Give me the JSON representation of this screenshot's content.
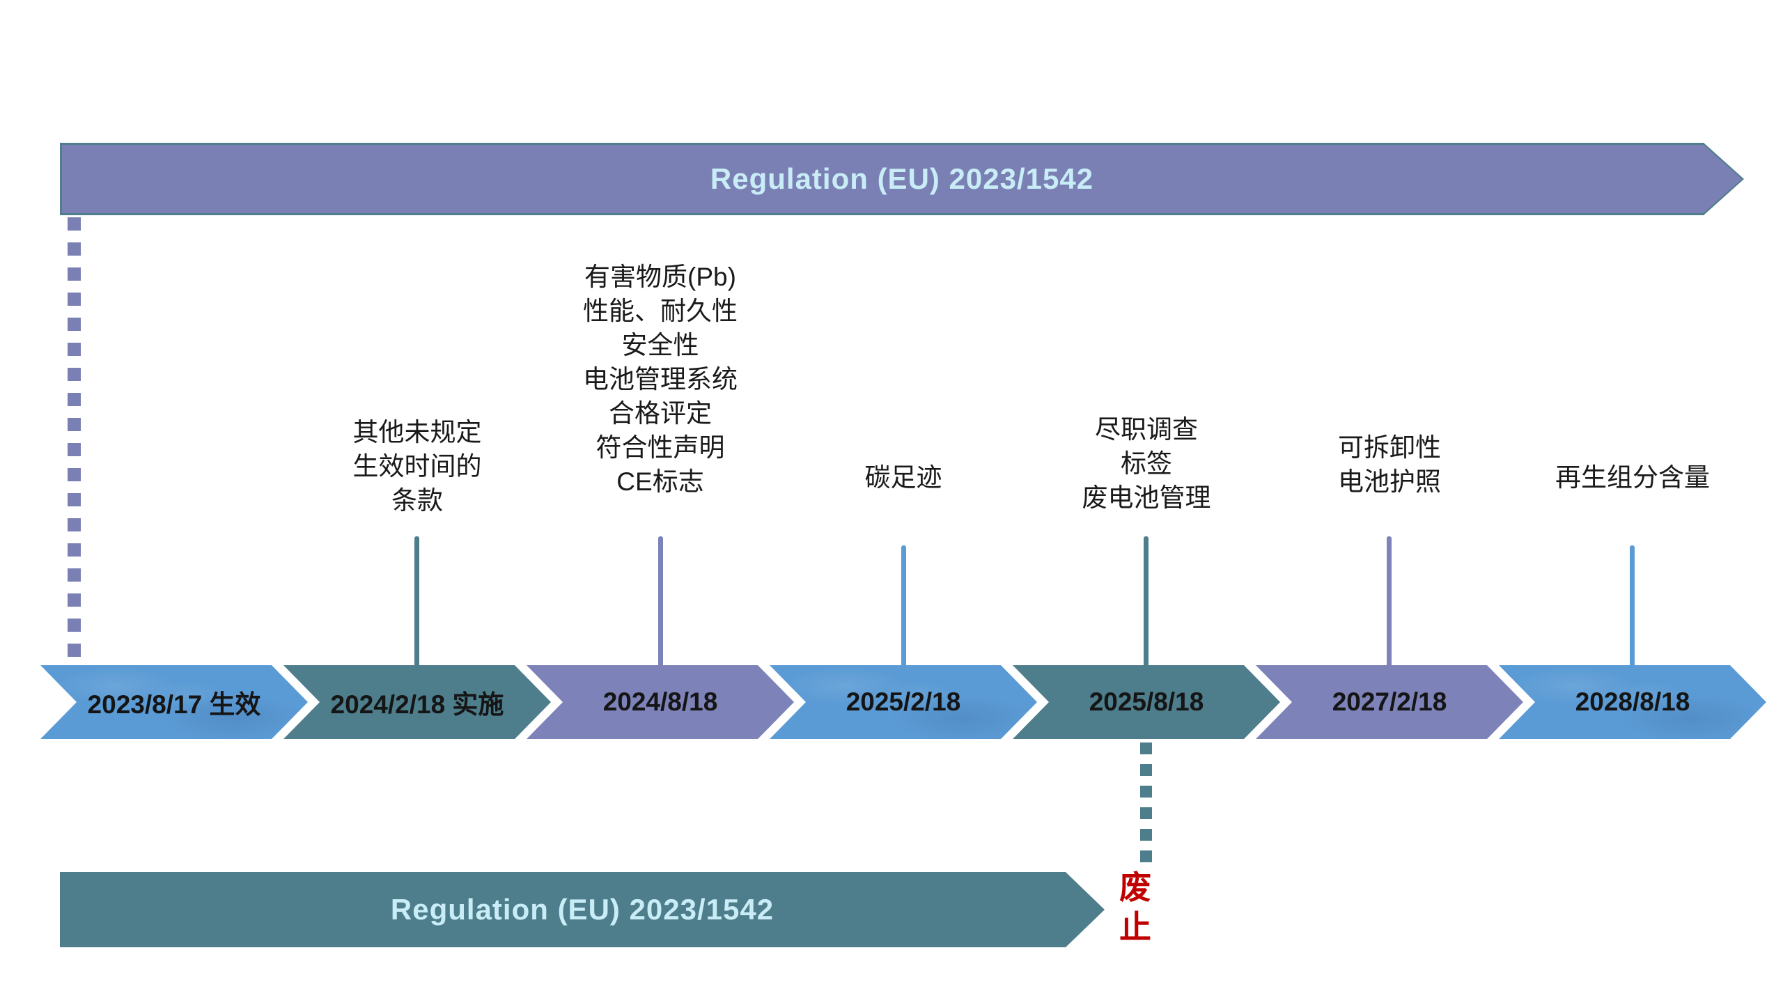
{
  "colors": {
    "blue": "#5b9bd5",
    "teal": "#4e7d8c",
    "purple": "#7d82b8",
    "banner_purple": "#7b80b4",
    "banner_border": "#4e7d8c",
    "banner_text": "#c9edf6",
    "repeal_red": "#c00000"
  },
  "top_banner": {
    "label": "Regulation (EU) 2023/1542"
  },
  "bottom_banner": {
    "label": "Regulation (EU) 2023/1542"
  },
  "repeal": {
    "label": "废止"
  },
  "milestones": [
    {
      "date": "2023/8/17 生效",
      "color": "blue",
      "label_lines": []
    },
    {
      "date": "2024/2/18 实施",
      "color": "teal",
      "label_lines": [
        "其他未规定",
        "生效时间的",
        "条款"
      ]
    },
    {
      "date": "2024/8/18",
      "color": "purple",
      "label_lines": [
        "有害物质(Pb)",
        "性能、耐久性",
        "安全性",
        "电池管理系统",
        "合格评定",
        "符合性声明",
        "CE标志"
      ]
    },
    {
      "date": "2025/2/18",
      "color": "blue",
      "label_lines": [
        "碳足迹"
      ]
    },
    {
      "date": "2025/8/18",
      "color": "teal",
      "label_lines": [
        "尽职调查",
        "标签",
        "废电池管理"
      ]
    },
    {
      "date": "2027/2/18",
      "color": "purple",
      "label_lines": [
        "可拆卸性",
        "电池护照"
      ]
    },
    {
      "date": "2028/8/18",
      "color": "blue",
      "label_lines": [
        "再生组分含量"
      ]
    }
  ]
}
